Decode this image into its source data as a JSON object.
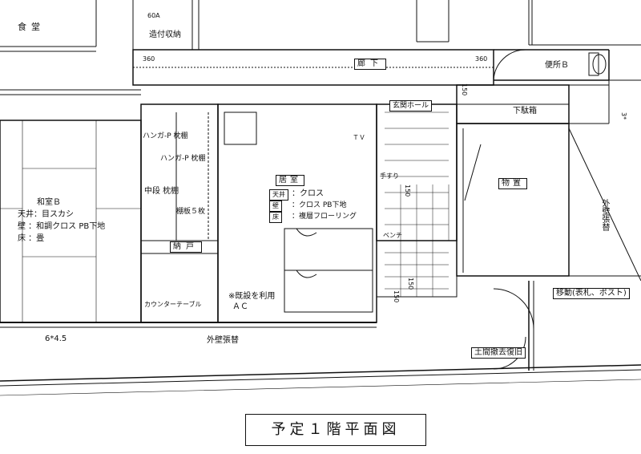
{
  "title": "予定１階平面図",
  "rooms": {
    "dining": "食堂",
    "corridor": "廊下",
    "toilet": "便所Ｂ",
    "entrance_hall": "玄関ホール",
    "shoe_box": "下駄箱",
    "storage": "物置",
    "living": "居室",
    "closet": "納戸",
    "washitsu": "和室Ｂ"
  },
  "finishes": {
    "ceiling_tag": "天井",
    "ceiling": "：クロス",
    "wall_tag": "壁",
    "wall": "：クロス PB下地",
    "floor_tag": "床",
    "floor": "：複層フローリング"
  },
  "washitsu_finishes": {
    "ceiling": "天井：目スカシ",
    "wall": "壁 ：和調クロス PB下地",
    "floor": "床 ：畳"
  },
  "labels": {
    "built_in": "造付収納",
    "hanger1": "ハンガ-P 枕棚",
    "hanger2": "ハンガ-P 枕棚",
    "middle_shelf": "中段 枕棚",
    "shelves": "棚板５枚",
    "counter_table": "カウンターテーブル",
    "existing": "※既設を利用",
    "ac": "ＡＣ",
    "tv": "ＴＶ",
    "handrail": "手すり",
    "bench": "ベンチ",
    "exterior_wall_bottom": "外壁張替",
    "exterior_wall_right": "外壁張替",
    "relocate": "移動(表札、ポスト)",
    "earth_floor": "土間撤去復旧",
    "washitsu_size": "6*4.5",
    "extension": "3*"
  },
  "dims": {
    "d60a": "60A",
    "d360a": "360",
    "d360b": "360",
    "d150a": "150",
    "d150b": "150",
    "d150c": "150",
    "d150d": "150"
  }
}
